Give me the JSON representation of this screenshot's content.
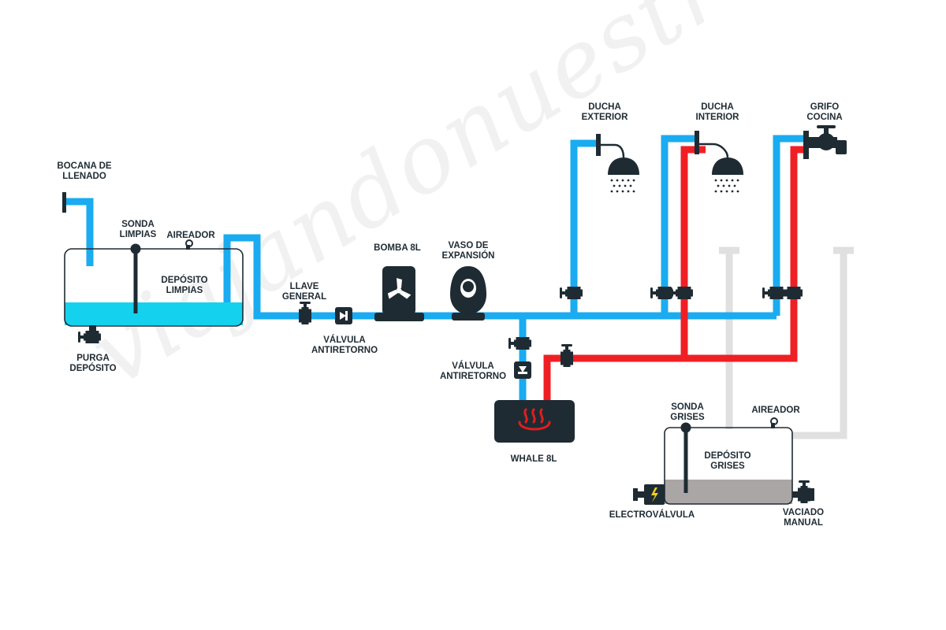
{
  "colors": {
    "cold_water": "#1aabf0",
    "hot_water": "#ef2024",
    "grey_vent": "#e0e0e0",
    "component_dark": "#1f2b33",
    "clean_water_fill": "#14d2ee",
    "grey_water_fill": "#aba6a6",
    "heater_icon": "#e21d1d",
    "solenoid_bolt": "#f0d21c"
  },
  "labels": {
    "bocana": "BOCANA DE\nLLENADO",
    "sonda_limpias": "SONDA\nLIMPIAS",
    "aireador_limpias": "AIREADOR",
    "deposito_limpias": "DEPÓSITO\nLIMPIAS",
    "purga": "PURGA\nDEPÓSITO",
    "llave_general": "LLAVE\nGENERAL",
    "valvula_antiretorno_1": "VÁLVULA\nANTIRETORNO",
    "bomba": "BOMBA 8L",
    "vaso_expansion": "VASO DE\nEXPANSIÓN",
    "valvula_antiretorno_2": "VÁLVULA\nANTIRETORNO",
    "whale": "WHALE 8L",
    "ducha_exterior": "DUCHA\nEXTERIOR",
    "ducha_interior": "DUCHA\nINTERIOR",
    "grifo_cocina": "GRIFO\nCOCINA",
    "sonda_grises": "SONDA\nGRISES",
    "aireador_grises": "AIREADOR",
    "deposito_grises": "DEPÓSITO\nGRISES",
    "electrovalvula": "ELECTROVÁLVULA",
    "vaciado_manual": "VACIADO\nMANUAL"
  },
  "watermark": "viajandonuestravida",
  "icons": {
    "pump": "pump-icon",
    "expansion_vessel": "expansion-vessel-icon",
    "heater": "heater-flame-icon",
    "shower": "shower-head-icon",
    "faucet": "faucet-icon",
    "valve": "valve-icon",
    "check_valve": "check-valve-icon",
    "solenoid": "solenoid-valve-icon"
  }
}
